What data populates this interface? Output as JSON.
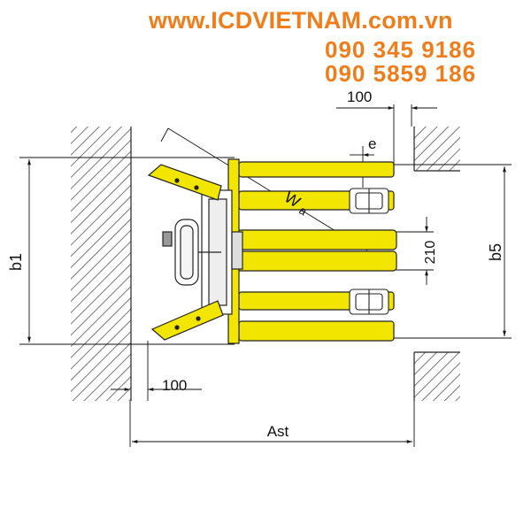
{
  "branding": {
    "website": "www.ICDVIETNAM.com.vn",
    "phone_1": "090 345 9186",
    "phone_2": "090 5859 186",
    "color": "#f07d1a"
  },
  "dimensions": {
    "b1": "b1",
    "b5": "b5",
    "wa": "W",
    "wa_sub": "a",
    "ast": "Ast",
    "e": "e",
    "top_clearance": "100",
    "bottom_clearance": "100",
    "fork_spacing": "210"
  },
  "colors": {
    "fork_yellow": "#f2e600",
    "outline": "#222222",
    "hatch": "#555555"
  }
}
